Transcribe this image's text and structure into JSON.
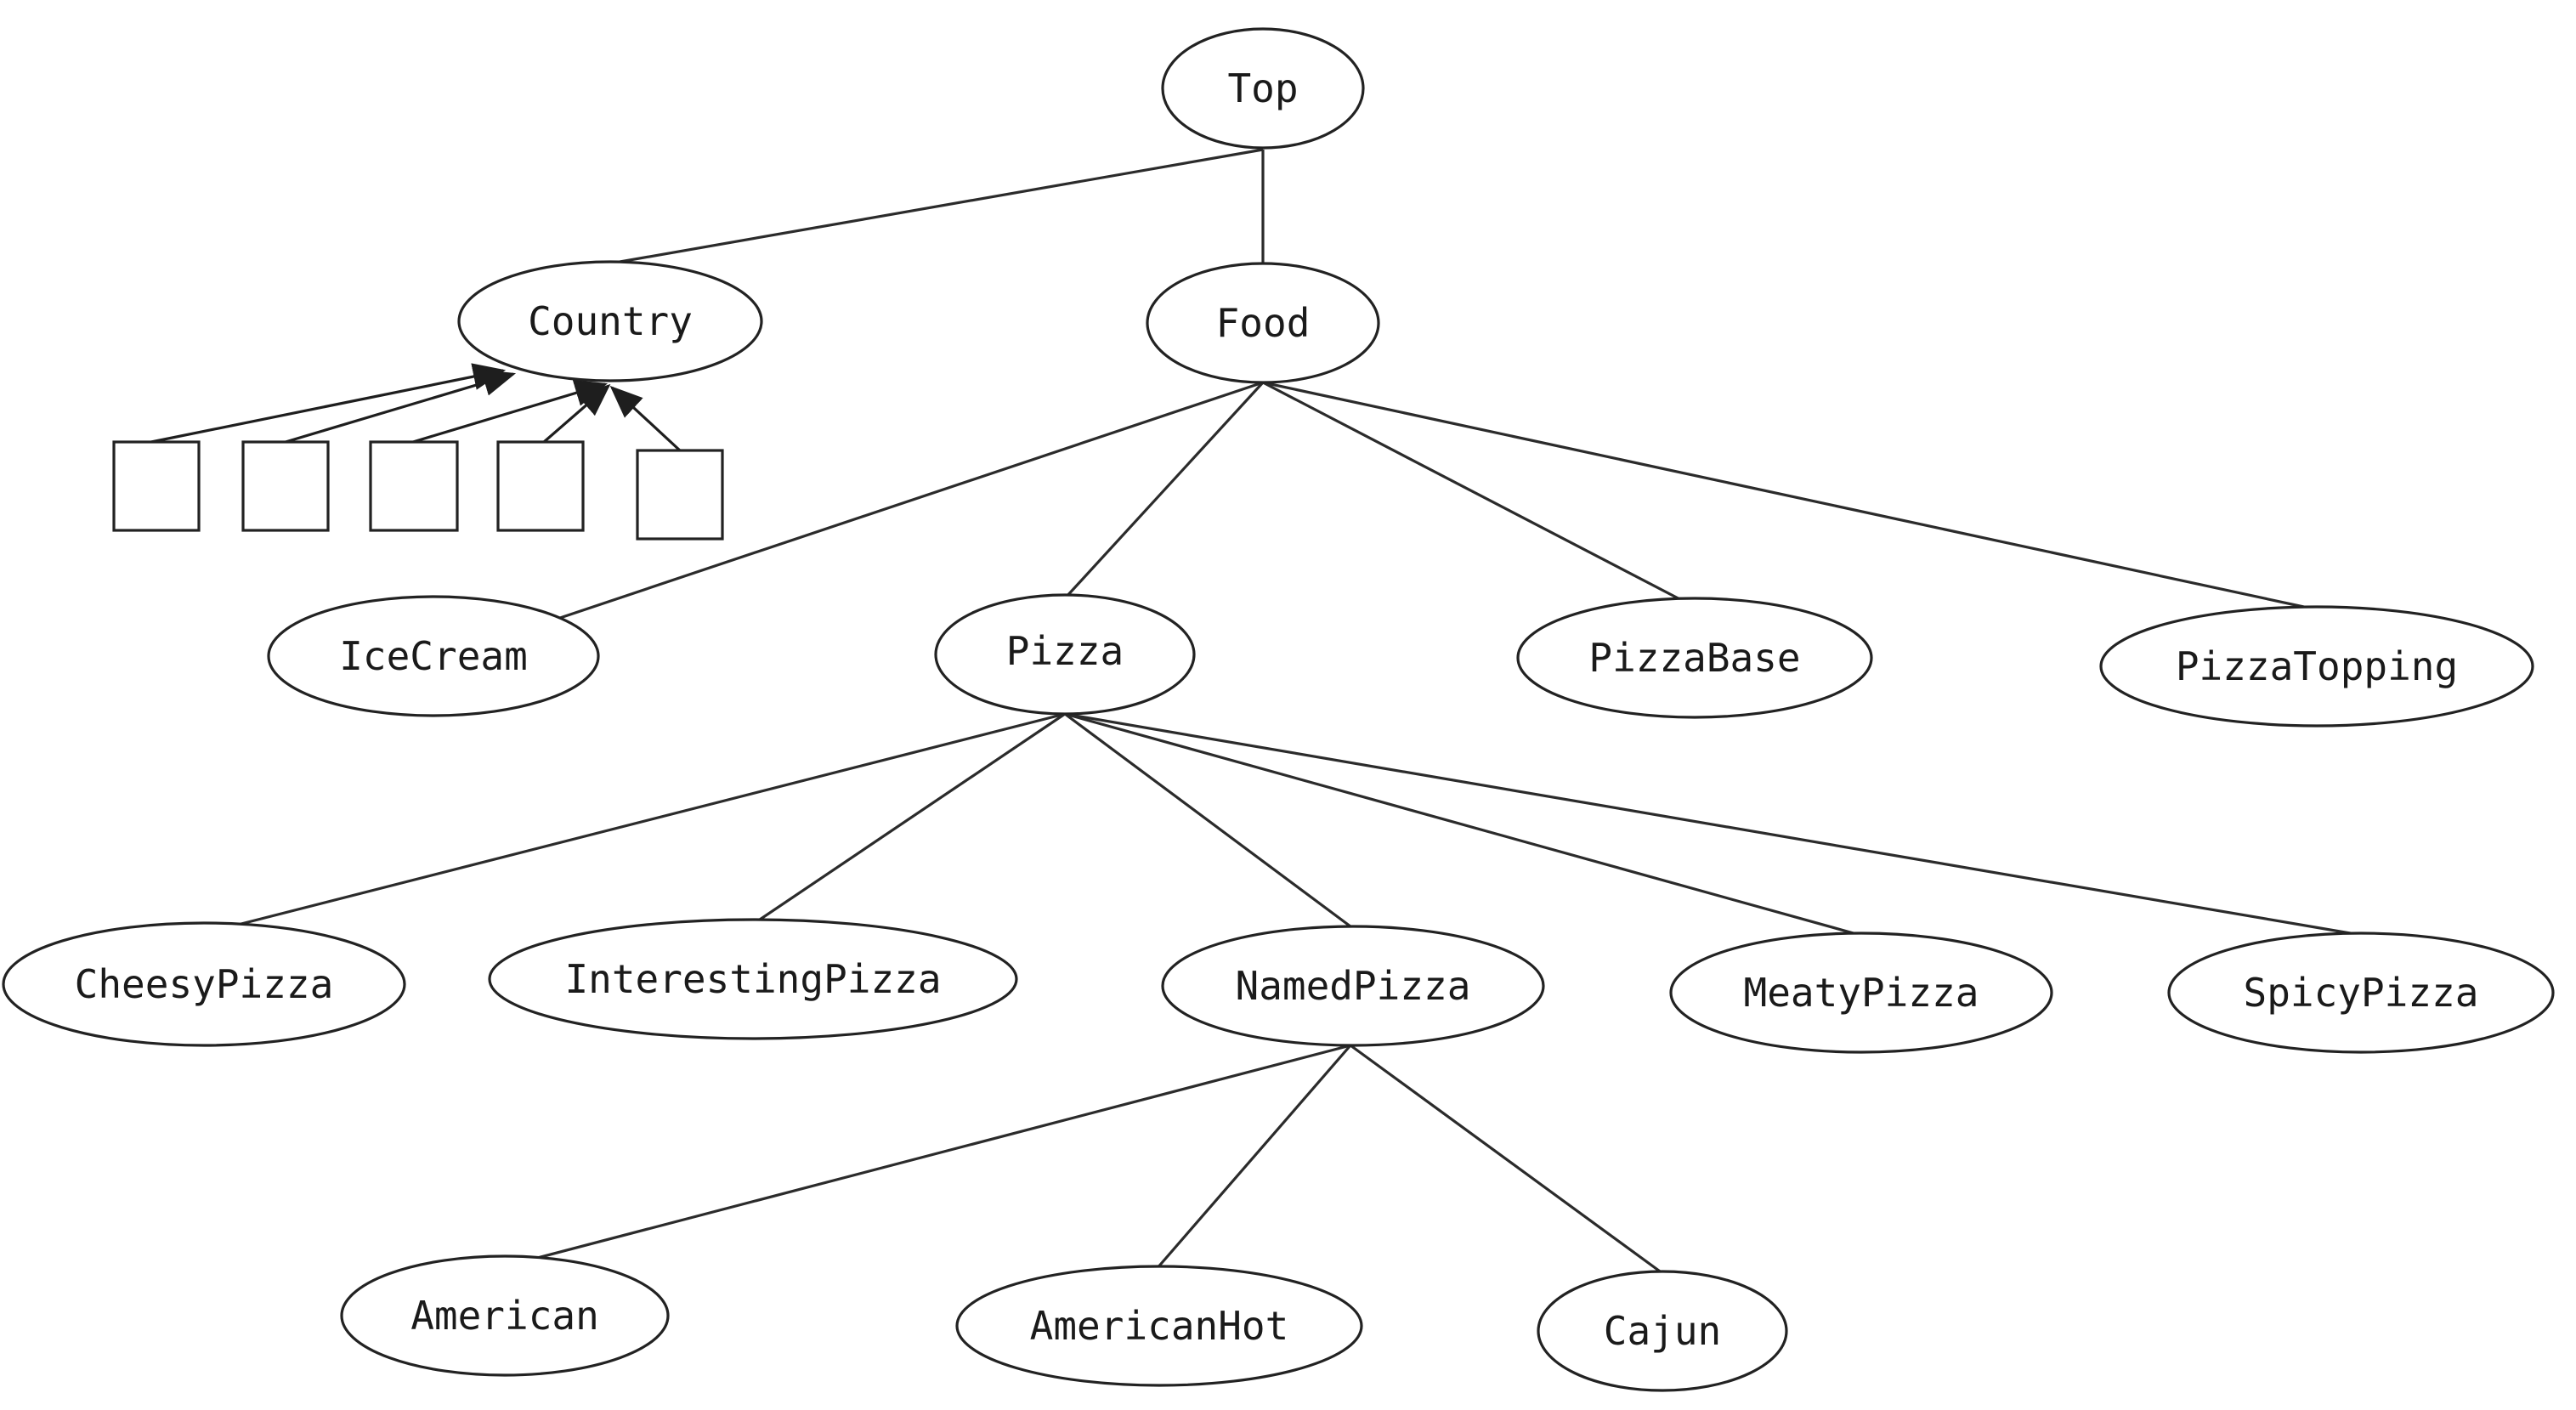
{
  "nodes": {
    "top": "Top",
    "country": "Country",
    "food": "Food",
    "icecream": "IceCream",
    "pizza": "Pizza",
    "pizzabase": "PizzaBase",
    "pizzatopping": "PizzaTopping",
    "cheesypizza": "CheesyPizza",
    "interestingpizza": "InterestingPizza",
    "namedpizza": "NamedPizza",
    "meatypizza": "MeatyPizza",
    "spicypizza": "SpicyPizza",
    "american": "American",
    "americanhot": "AmericanHot",
    "cajun": "Cajun"
  },
  "edges": [
    [
      "top",
      "country"
    ],
    [
      "top",
      "food"
    ],
    [
      "food",
      "icecream"
    ],
    [
      "food",
      "pizza"
    ],
    [
      "food",
      "pizzabase"
    ],
    [
      "food",
      "pizzatopping"
    ],
    [
      "pizza",
      "cheesypizza"
    ],
    [
      "pizza",
      "interestingpizza"
    ],
    [
      "pizza",
      "namedpizza"
    ],
    [
      "pizza",
      "meatypizza"
    ],
    [
      "pizza",
      "spicypizza"
    ],
    [
      "namedpizza",
      "american"
    ],
    [
      "namedpizza",
      "americanhot"
    ],
    [
      "namedpizza",
      "cajun"
    ]
  ],
  "instance_count": 5,
  "instance_target": "country"
}
